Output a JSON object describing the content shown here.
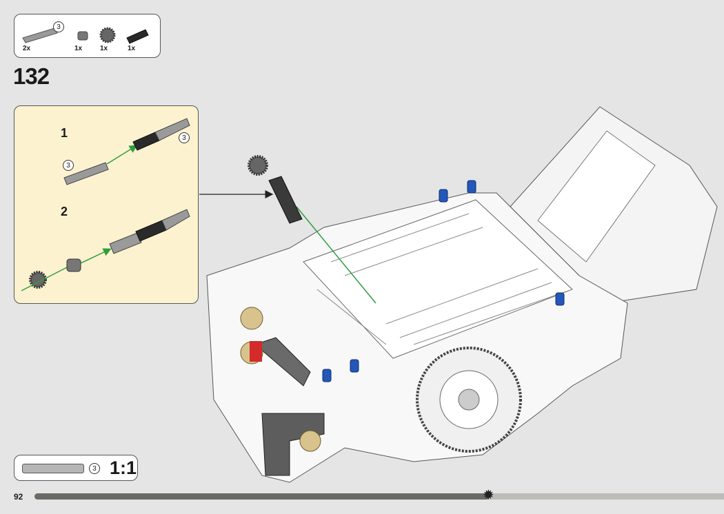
{
  "parts_list": {
    "items": [
      {
        "name": "axle-3",
        "qty": "2x",
        "badge": "3"
      },
      {
        "name": "bush",
        "qty": "1x"
      },
      {
        "name": "gear-12-tooth",
        "qty": "1x"
      },
      {
        "name": "axle-connector",
        "qty": "1x"
      }
    ]
  },
  "step_number": "132",
  "callout": {
    "substeps": [
      {
        "number": "1",
        "badge_a": "3",
        "badge_b": "3"
      },
      {
        "number": "2"
      }
    ]
  },
  "scale": {
    "badge": "3",
    "label": "1:1"
  },
  "footer": {
    "page_number": "92",
    "progress_percent": 66
  },
  "colors": {
    "background": "#e5e5e5",
    "callout_bg": "#fdf2cf",
    "pin_blue": "#2457b8",
    "progress_dark": "#6b6a66",
    "progress_light": "#bdbcb8"
  }
}
